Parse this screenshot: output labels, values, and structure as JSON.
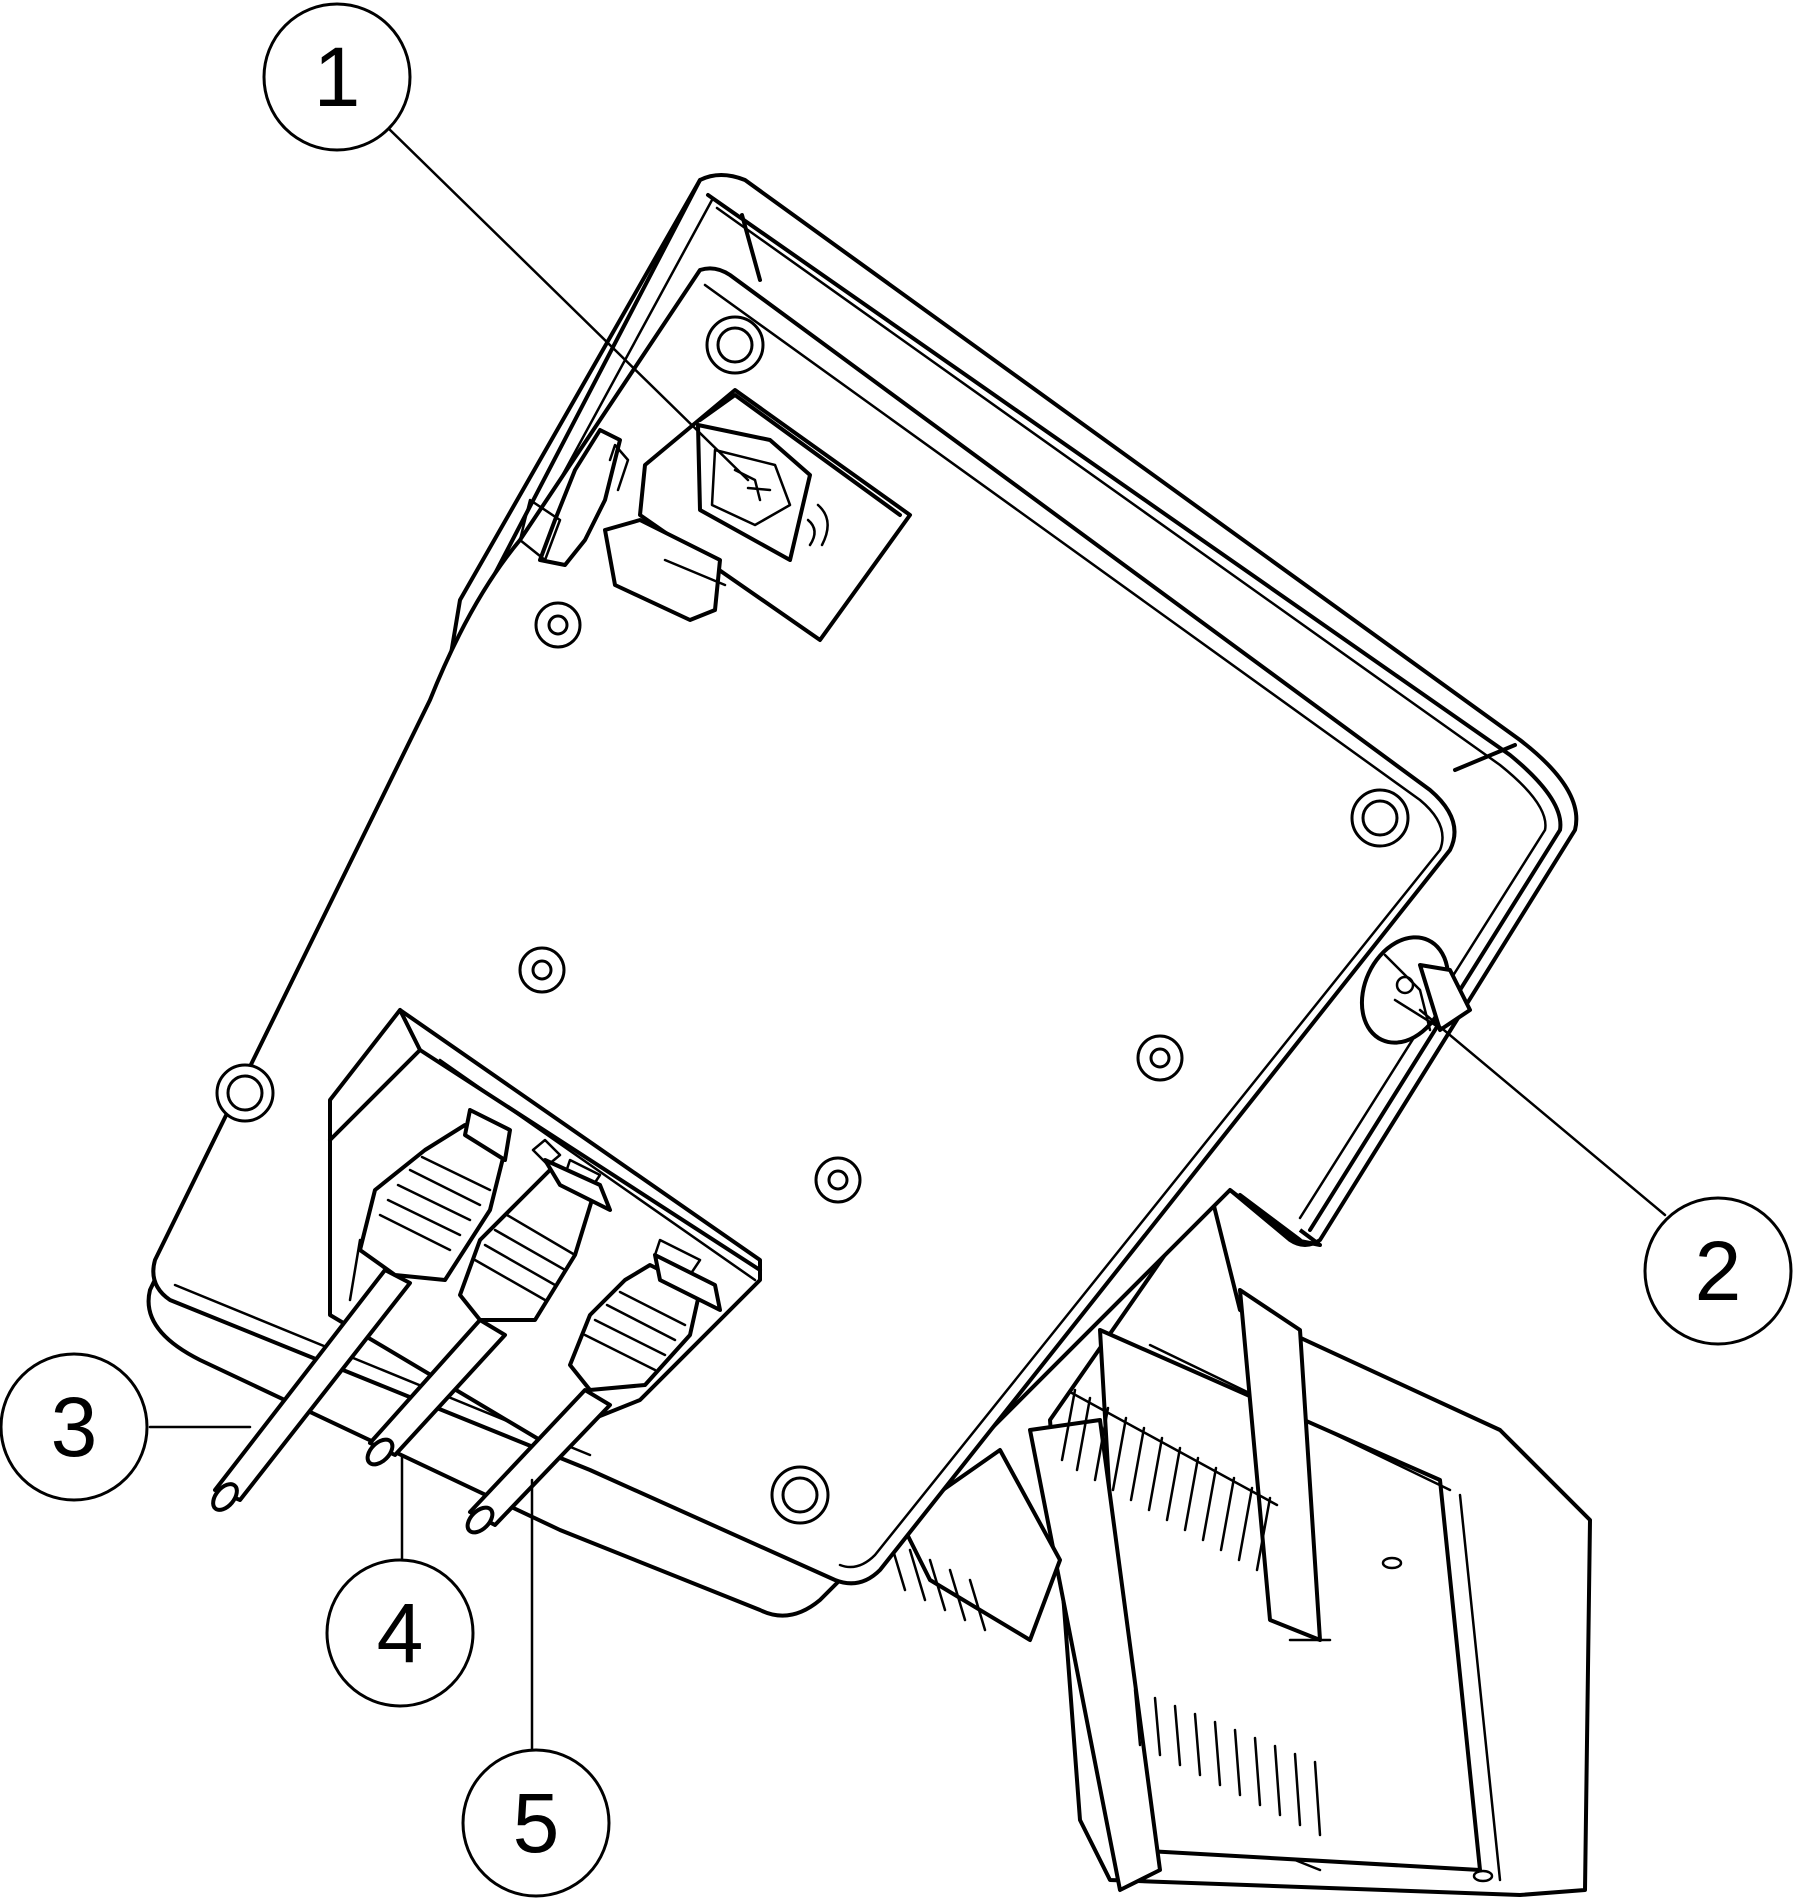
{
  "callouts": [
    {
      "id": 1,
      "label": "1"
    },
    {
      "id": 2,
      "label": "2"
    },
    {
      "id": 3,
      "label": "3"
    },
    {
      "id": 4,
      "label": "4"
    },
    {
      "id": 5,
      "label": "5"
    }
  ],
  "colors": {
    "line": "#000000",
    "background": "#ffffff"
  }
}
